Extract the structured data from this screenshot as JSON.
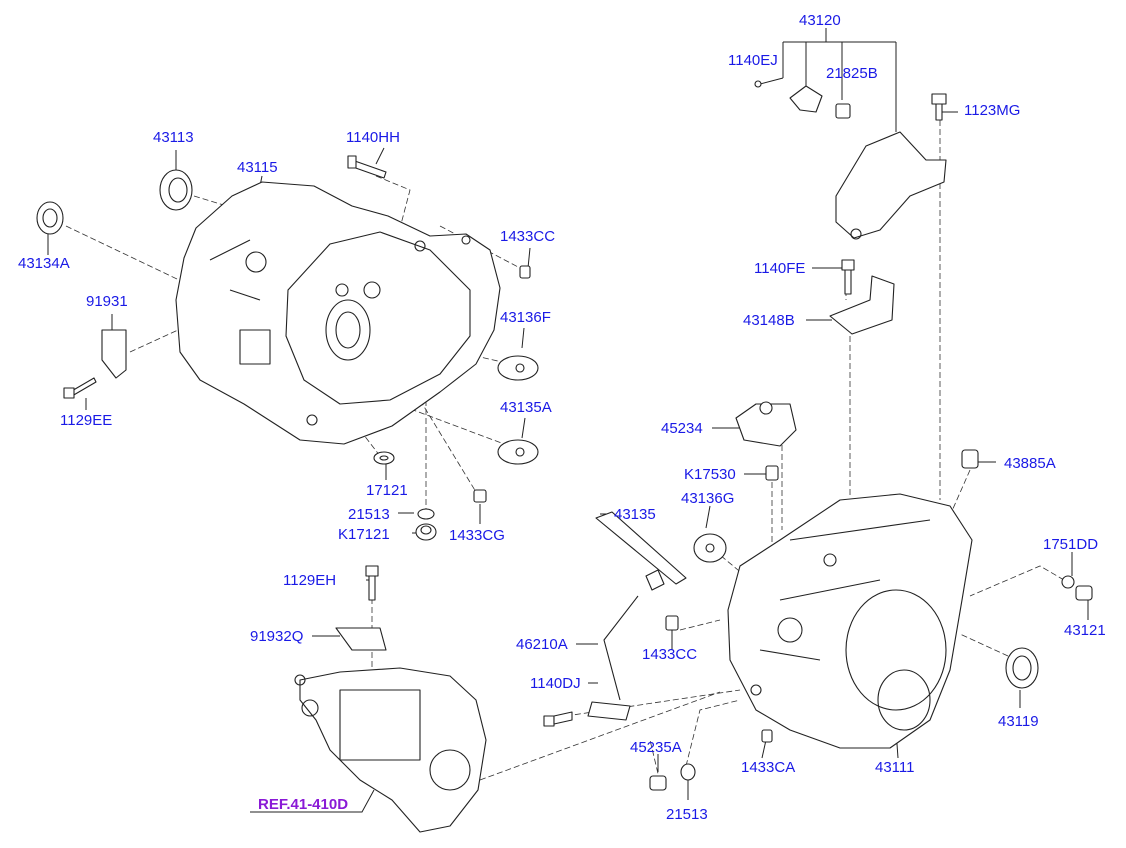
{
  "labels": {
    "p43120": "43120",
    "p1140EJ": "1140EJ",
    "p21825B": "21825B",
    "p1123MG": "1123MG",
    "p43113": "43113",
    "p1140HH": "1140HH",
    "p43115": "43115",
    "p43134A": "43134A",
    "p1433CC_top": "1433CC",
    "p91931": "91931",
    "p43136F": "43136F",
    "p1129EE": "1129EE",
    "p43135A": "43135A",
    "p1140FE": "1140FE",
    "p43148B": "43148B",
    "p45234": "45234",
    "p43885A": "43885A",
    "pK17530": "K17530",
    "p17121": "17121",
    "p43136G": "43136G",
    "p21513_mid": "21513",
    "p43135": "43135",
    "pK17121": "K17121",
    "p1433CG": "1433CG",
    "p1751DD": "1751DD",
    "p1129EH": "1129EH",
    "p43121": "43121",
    "p91932Q": "91932Q",
    "p46210A": "46210A",
    "p1433CC_mid": "1433CC",
    "p1140DJ": "1140DJ",
    "p43119": "43119",
    "p45235A": "45235A",
    "p1433CA": "1433CA",
    "p43111": "43111",
    "p21513_bot": "21513"
  },
  "reference": "REF.41-410D",
  "colors": {
    "label": "#1a1ae6",
    "reference": "#8a1ad6",
    "line": "#222222"
  }
}
